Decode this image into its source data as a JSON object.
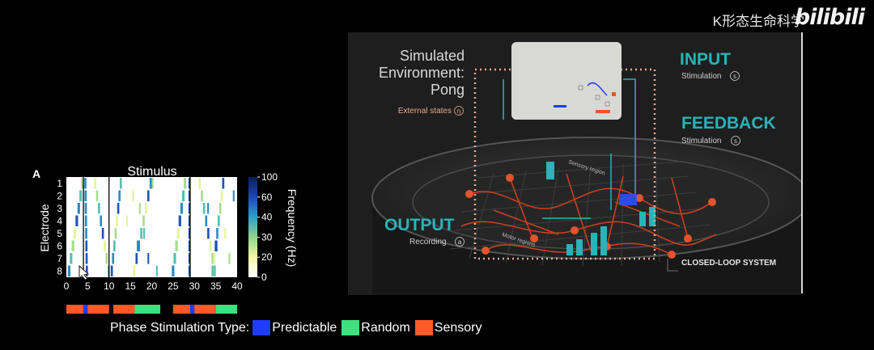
{
  "watermark": {
    "channel": "K形态生命科学",
    "logo": "bilibili"
  },
  "figure_a": {
    "panel_label": "A",
    "chart_data": {
      "type": "heatmap",
      "title": "Stimulus",
      "ylabel": "Electrode",
      "xlabel": "",
      "x_ticks": [
        0,
        5,
        10,
        15,
        20,
        25,
        30,
        35,
        40
      ],
      "y_ticks": [
        1,
        2,
        3,
        4,
        5,
        6,
        7,
        8
      ],
      "xlim": [
        0,
        40
      ],
      "colorbar": {
        "label": "Frequency (Hz)",
        "range": [
          0,
          100
        ],
        "ticks": [
          0,
          20,
          40,
          60,
          80,
          100
        ],
        "tick_labels": [
          "0",
          "20",
          "30",
          "40",
          "60",
          "100"
        ]
      },
      "phase_boundaries": [
        4,
        10,
        29
      ],
      "phase_bar": [
        {
          "type": "Sensory",
          "start": 0,
          "end": 4
        },
        {
          "type": "Predictable",
          "start": 4,
          "end": 5
        },
        {
          "type": "Sensory",
          "start": 5,
          "end": 10
        },
        {
          "type": "Sensory",
          "start": 11,
          "end": 16
        },
        {
          "type": "Random",
          "start": 16,
          "end": 22
        },
        {
          "type": "Sensory",
          "start": 25,
          "end": 29
        },
        {
          "type": "Predictable",
          "start": 29,
          "end": 30
        },
        {
          "type": "Sensory",
          "start": 30,
          "end": 35
        },
        {
          "type": "Random",
          "start": 35,
          "end": 40
        }
      ]
    },
    "legend": {
      "title": "Phase Stimulation Type:",
      "items": [
        {
          "label": "Predictable",
          "color": "#1f3cff"
        },
        {
          "label": "Random",
          "color": "#3ee07f"
        },
        {
          "label": "Sensory",
          "color": "#ff5a28"
        }
      ]
    }
  },
  "figure_b": {
    "env_label": [
      "Simulated",
      "Environment:",
      "Pong"
    ],
    "external_states": "External states",
    "eta_symbol": "η",
    "input_title": "INPUT",
    "input_sub": "Stimulation",
    "feedback_title": "FEEDBACK",
    "feedback_sub": "Stimulation",
    "s_symbol": "s",
    "output_title": "OUTPUT",
    "output_sub": "Recording",
    "a_symbol": "a",
    "closed_loop": "CLOSED-LOOP SYSTEM",
    "sensory_region": "Sensory region",
    "motor_regions": "Motor regions",
    "colors": {
      "teal": "#2ab3b8",
      "red": "#e8552f",
      "frame": "#e9a88f"
    }
  }
}
